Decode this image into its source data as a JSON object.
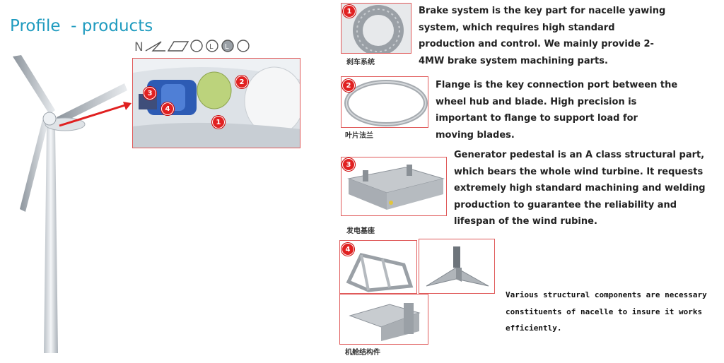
{
  "header": {
    "title": "Profile  - products"
  },
  "products": [
    {
      "number": "1",
      "caption": "刹车系统",
      "description_lines": [
        "Brake system is the key part for nacelle yawing",
        "system, which requires high standard",
        "production and control. We mainly provide 2-",
        "4MW brake system machining parts."
      ]
    },
    {
      "number": "2",
      "caption": "叶片法兰",
      "description_lines": [
        "Flange is the key connection port between the",
        "wheel hub and blade. High precision is",
        "important to flange to support load for",
        "moving blades."
      ]
    },
    {
      "number": "3",
      "caption": "发电基座",
      "description_lines": [
        "Generator pedestal is an A class structural part,",
        "which bears the whole wind turbine. It requests",
        "extremely high standard machining and welding",
        "production to guarantee  the reliability  and",
        "lifespan of the wind rubine."
      ]
    },
    {
      "number": "4",
      "caption": "机舱结构件",
      "description_lines": [
        "Various structural components are necessary",
        "constituents of nacelle to insure it works",
        "efficiently."
      ]
    }
  ],
  "nacelle_callouts": [
    "1",
    "2",
    "3",
    "4"
  ],
  "colors": {
    "accent_title": "#1f9bbf",
    "badge": "#e12121",
    "frame": "#e05a5a"
  },
  "icons": [
    "wind-turbine",
    "nacelle-cutaway",
    "brake-disc",
    "blade-flange",
    "generator-pedestal",
    "nacelle-frame"
  ]
}
